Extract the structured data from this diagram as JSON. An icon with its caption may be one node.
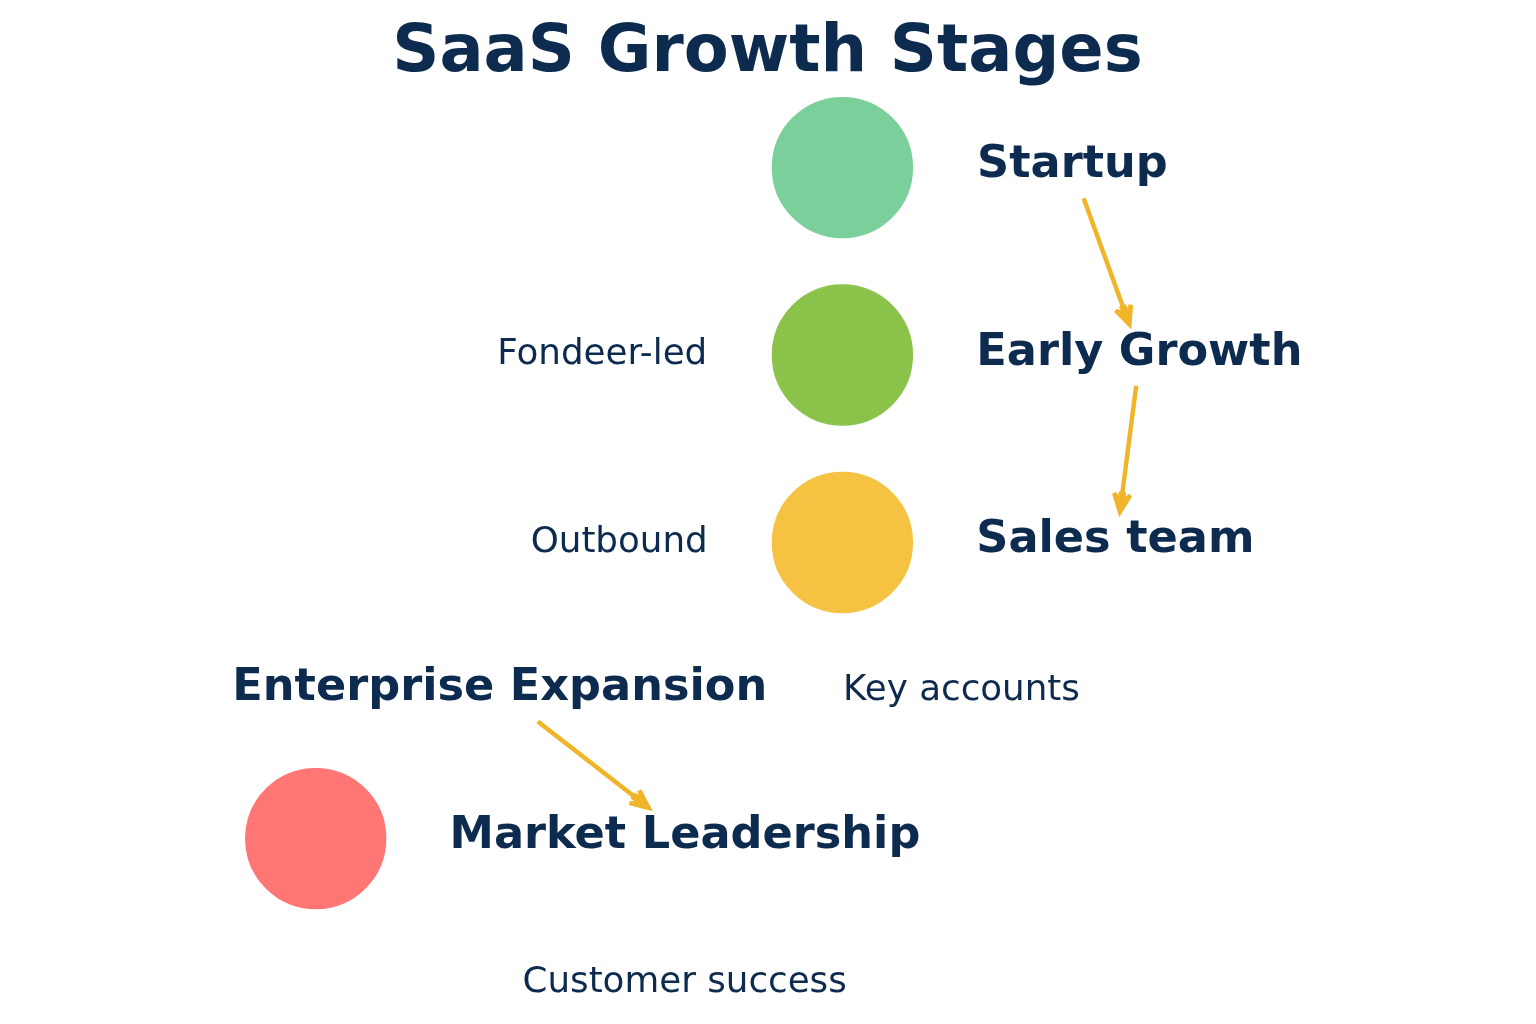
{
  "diagram": {
    "title": "SaaS Growth Stages",
    "nodes": [
      {
        "text": [],
        "shape": "circle"
      },
      {
        "text": [
          "Startup"
        ]
      },
      {
        "text": [],
        "shape": "circle"
      },
      {
        "text": [
          "Early Growth"
        ]
      },
      {
        "text": [],
        "shape": "circle"
      },
      {
        "text": [
          "Sales team"
        ]
      },
      {
        "text": [
          "Enterprise Expansion"
        ]
      },
      {
        "text": [],
        "shape": "circle"
      },
      {
        "text": [
          "Market Leadership"
        ]
      }
    ],
    "edges": [
      {
        "from": 1,
        "to": 3,
        "arrow": "to"
      },
      {
        "from": 3,
        "to": 5,
        "arrow": "to"
      },
      {
        "from": 6,
        "to": 8,
        "arrow": "to"
      }
    ],
    "labels": [
      "Fondeer-led",
      "Outbound",
      "Key accounts",
      "Customer success"
    ]
  }
}
